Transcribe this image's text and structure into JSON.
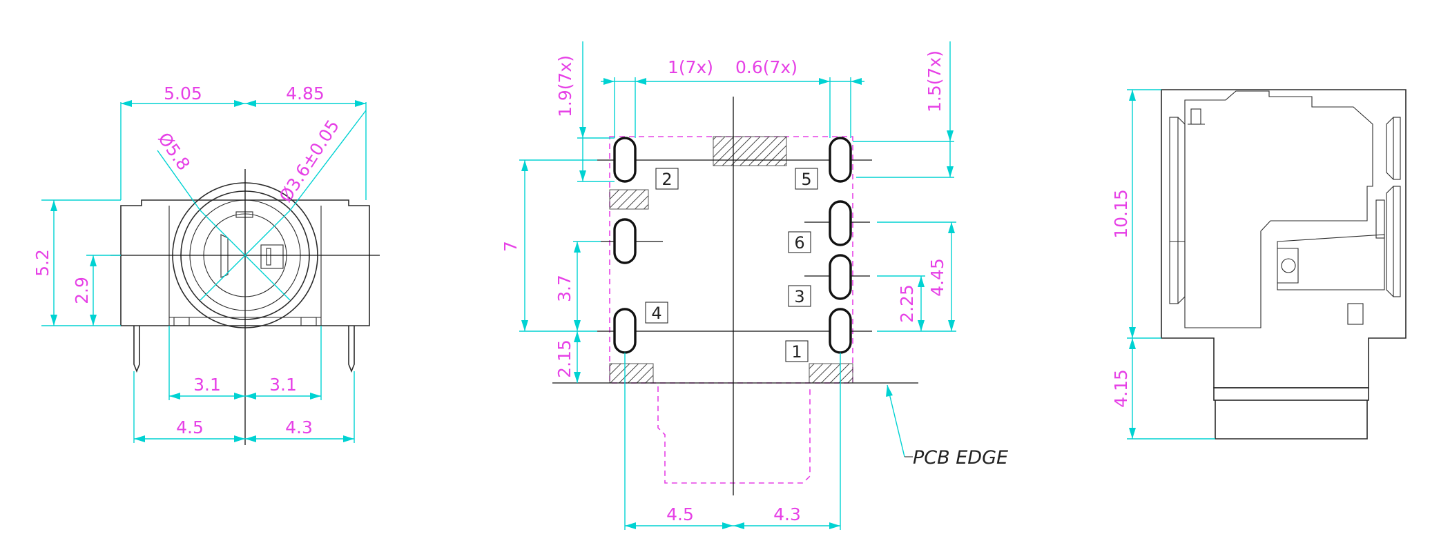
{
  "front_view": {
    "dims": {
      "top_left": "5.05",
      "top_right": "4.85",
      "dia_outer": "Ø5.8",
      "dia_inner": "Ø3.6±0.05",
      "height_total": "5.2",
      "height_center": "2.9",
      "pin_left": "3.1",
      "pin_right": "3.1",
      "bottom_left": "4.5",
      "bottom_right": "4.3"
    }
  },
  "footprint": {
    "dims": {
      "pad_width": "1(7x)",
      "pad_gap": "0.6(7x)",
      "pad_len_left": "1.9(7x)",
      "pad_len_right": "1.5(7x)",
      "span_7": "7",
      "span_3_7": "3.7",
      "span_2_15": "2.15",
      "span_4_45": "4.45",
      "span_2_25": "2.25",
      "bottom_left": "4.5",
      "bottom_right": "4.3"
    },
    "pins": [
      "1",
      "2",
      "3",
      "4",
      "5",
      "6"
    ],
    "pcb_edge": "PCB EDGE"
  },
  "side_view": {
    "dims": {
      "height_body": "10.15",
      "height_nose": "4.15"
    }
  }
}
